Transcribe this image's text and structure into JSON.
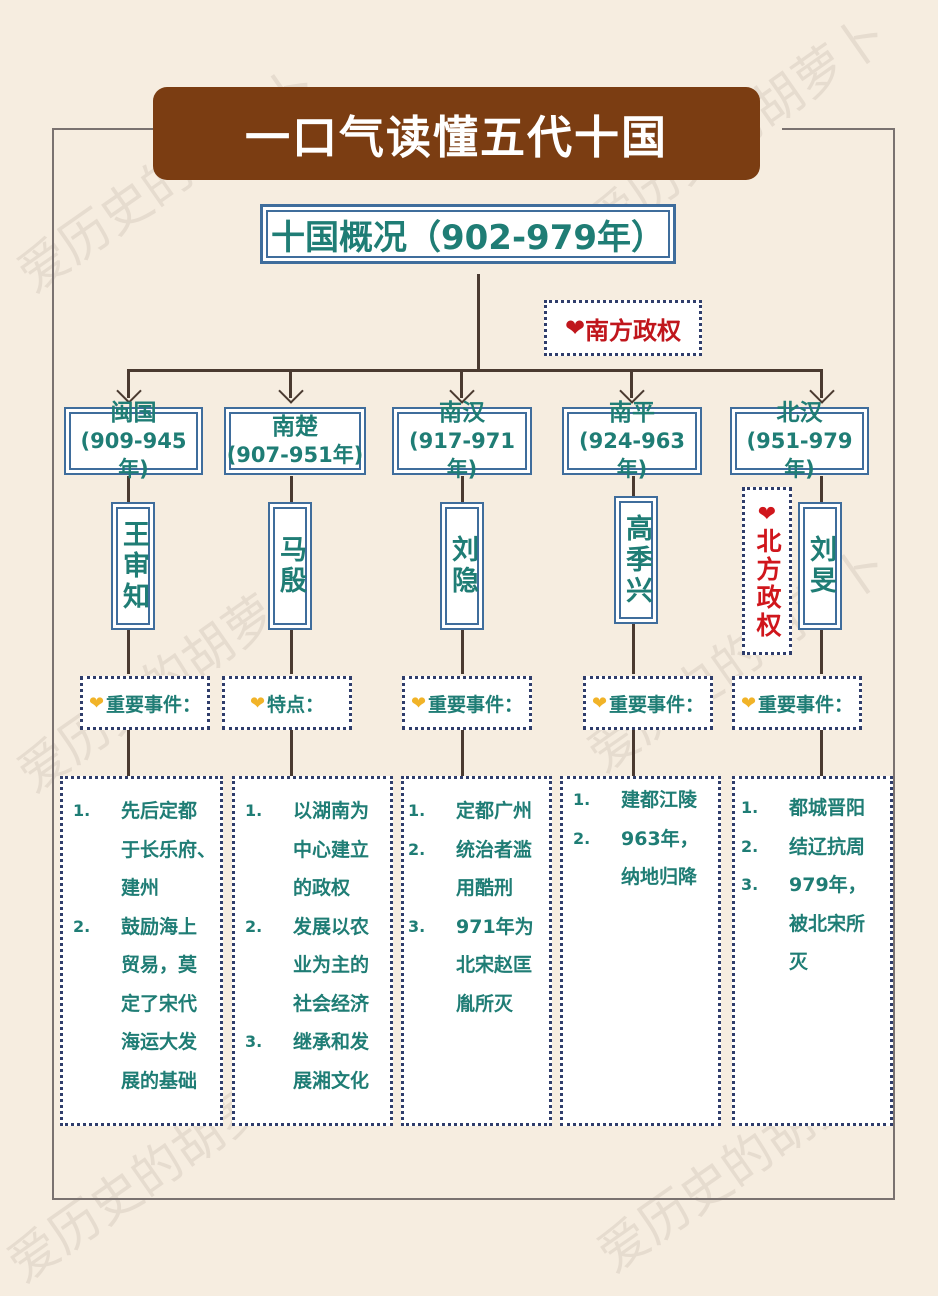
{
  "watermark": "爱历史的胡萝卜",
  "title": "一口气读懂五代十国",
  "main_node": "十国概况（902-979年）",
  "south_tag": {
    "heart": "❤",
    "label": "南方政权"
  },
  "north_tag": {
    "heart": "❤",
    "label": "北方政权"
  },
  "colors": {
    "title_bg": "#7b3d12",
    "teal_text": "#1f7d75",
    "red_text": "#c0161c",
    "box_border": "#3f6d9c",
    "heart_gold": "#f1b328"
  },
  "states": [
    {
      "name": "闽国",
      "years": "(909-945年)",
      "ruler": "王审知",
      "event_label": "重要事件：",
      "details": [
        {
          "num": "1.",
          "lines": [
            "先后定都",
            "于长乐府、",
            "建州"
          ]
        },
        {
          "num": "2.",
          "lines": [
            "鼓励海上",
            "贸易，莫",
            "定了宋代",
            "海运大发",
            "展的基础"
          ]
        }
      ]
    },
    {
      "name": "南楚",
      "years": "(907-951年)",
      "ruler": "马殷",
      "event_label": "特点：",
      "details": [
        {
          "num": "1.",
          "lines": [
            "以湖南为",
            "中心建立",
            "的政权"
          ]
        },
        {
          "num": "2.",
          "lines": [
            "发展以农",
            "业为主的",
            "社会经济"
          ]
        },
        {
          "num": "3.",
          "lines": [
            "继承和发",
            "展湘文化"
          ]
        }
      ]
    },
    {
      "name": "南汉",
      "years": "(917-971年)",
      "ruler": "刘隐",
      "event_label": "重要事件：",
      "details": [
        {
          "num": "1.",
          "lines": [
            "定都广州"
          ]
        },
        {
          "num": "2.",
          "lines": [
            "统治者滥",
            "用酷刑"
          ]
        },
        {
          "num": "3.",
          "lines": [
            "971年为",
            "北宋赵匡",
            "胤所灭"
          ]
        }
      ]
    },
    {
      "name": "南平",
      "years": "(924-963年)",
      "ruler": "高季兴",
      "event_label": "重要事件：",
      "details": [
        {
          "num": "1.",
          "lines": [
            "建都江陵"
          ]
        },
        {
          "num": "2.",
          "lines": [
            "963年，",
            "纳地归降"
          ]
        }
      ]
    },
    {
      "name": "北汉",
      "years": "(951-979年)",
      "ruler": "刘旻",
      "event_label": "重要事件：",
      "details": [
        {
          "num": "1.",
          "lines": [
            "都城晋阳"
          ]
        },
        {
          "num": "2.",
          "lines": [
            "结辽抗周"
          ]
        },
        {
          "num": "3.",
          "lines": [
            "979年，",
            "被北宋所",
            "灭"
          ]
        }
      ]
    }
  ]
}
